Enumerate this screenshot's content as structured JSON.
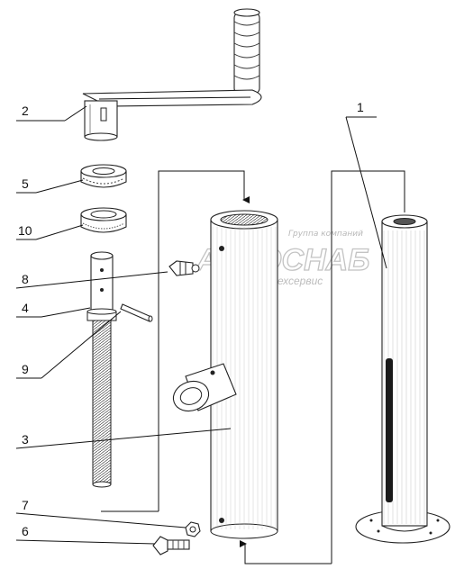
{
  "watermark": {
    "top": "Группа компаний",
    "main": "АГРОСНАБ",
    "bottom": "техсервис"
  },
  "callouts": [
    {
      "label": "1"
    },
    {
      "label": "2"
    },
    {
      "label": "5"
    },
    {
      "label": "10"
    },
    {
      "label": "8"
    },
    {
      "label": "4"
    },
    {
      "label": "9"
    },
    {
      "label": "3"
    },
    {
      "label": "7"
    },
    {
      "label": "6"
    }
  ]
}
